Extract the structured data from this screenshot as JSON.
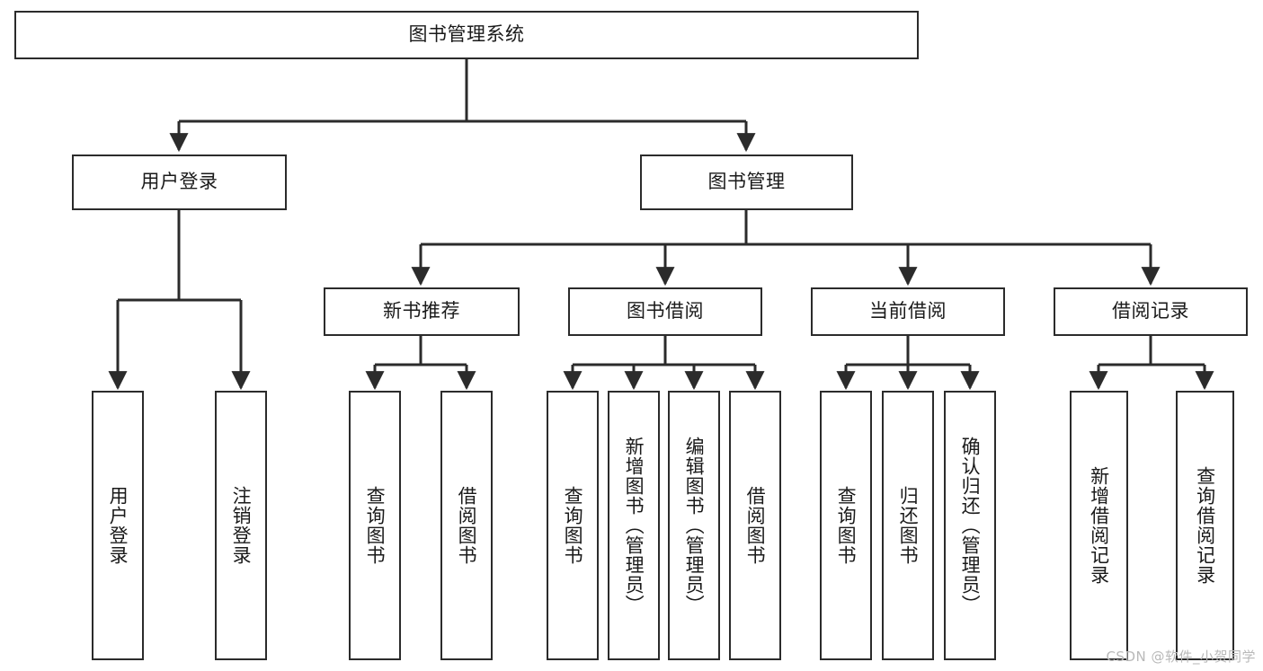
{
  "diagram": {
    "title_box": {
      "label": "图书管理系统"
    },
    "level2": [
      {
        "id": "user-login",
        "label": "用户登录"
      },
      {
        "id": "book-management",
        "label": "图书管理"
      }
    ],
    "level3": [
      {
        "id": "new-book-recommend",
        "label": "新书推荐"
      },
      {
        "id": "book-borrow",
        "label": "图书借阅"
      },
      {
        "id": "current-borrow",
        "label": "当前借阅"
      },
      {
        "id": "borrow-record",
        "label": "借阅记录"
      }
    ],
    "leaves": {
      "user_login": [
        {
          "id": "leaf-user-login",
          "label": "用户登录"
        },
        {
          "id": "leaf-logout-login",
          "label": "注销登录"
        }
      ],
      "new_book_recommend": [
        {
          "id": "leaf-query-book-1",
          "label": "查询图书"
        },
        {
          "id": "leaf-borrow-book-1",
          "label": "借阅图书"
        }
      ],
      "book_borrow": [
        {
          "id": "leaf-query-book-2",
          "label": "查询图书"
        },
        {
          "id": "leaf-add-book",
          "label": "新增图书（管理员）"
        },
        {
          "id": "leaf-edit-book",
          "label": "编辑图书（管理员）"
        },
        {
          "id": "leaf-borrow-book-2",
          "label": "借阅图书"
        }
      ],
      "current_borrow": [
        {
          "id": "leaf-query-book-3",
          "label": "查询图书"
        },
        {
          "id": "leaf-return-book",
          "label": "归还图书"
        },
        {
          "id": "leaf-confirm-return",
          "label": "确认归还（管理员）"
        }
      ],
      "borrow_record": [
        {
          "id": "leaf-add-record",
          "label": "新增借阅记录"
        },
        {
          "id": "leaf-query-record",
          "label": "查询借阅记录"
        }
      ]
    },
    "watermark": "CSDN @软件_小贺同学",
    "colors": {
      "stroke": "#2b2b2b",
      "fill": "#ffffff",
      "text": "#1a1a1a",
      "watermark": "#b9b9b9"
    }
  }
}
